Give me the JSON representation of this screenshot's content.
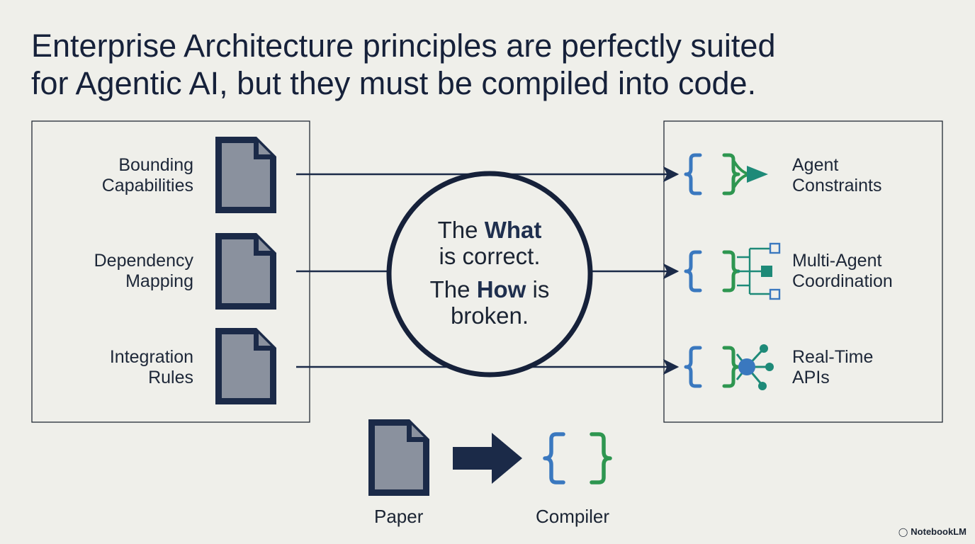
{
  "title": {
    "line1": "Enterprise Architecture principles are perfectly suited",
    "line2": "for Agentic AI, but they must be compiled into code."
  },
  "left_items": [
    {
      "line1": "Bounding",
      "line2": "Capabilities",
      "icon": "document-icon"
    },
    {
      "line1": "Dependency",
      "line2": "Mapping",
      "icon": "document-icon"
    },
    {
      "line1": "Integration",
      "line2": "Rules",
      "icon": "document-icon"
    }
  ],
  "right_items": [
    {
      "line1": "Agent",
      "line2": "Constraints",
      "icon": "braces-funnel-icon"
    },
    {
      "line1": "Multi-Agent",
      "line2": "Coordination",
      "icon": "braces-tree-icon"
    },
    {
      "line1": "Real-Time",
      "line2": "APIs",
      "icon": "braces-network-icon"
    }
  ],
  "center": {
    "p1_a": "The ",
    "p1_b": "What",
    "p1_c": "is correct.",
    "p2_a": "The ",
    "p2_b": "How",
    "p2_c": " is",
    "p2_d": "broken."
  },
  "bottom": {
    "paper_label": "Paper",
    "compiler_label": "Compiler"
  },
  "brand": "NotebookLM",
  "colors": {
    "navy": "#1b2a48",
    "doc_fill": "#8a919e",
    "blue_brace": "#3a78bf",
    "green": "#2e9650",
    "teal": "#1e8a78",
    "background": "#efefea"
  }
}
